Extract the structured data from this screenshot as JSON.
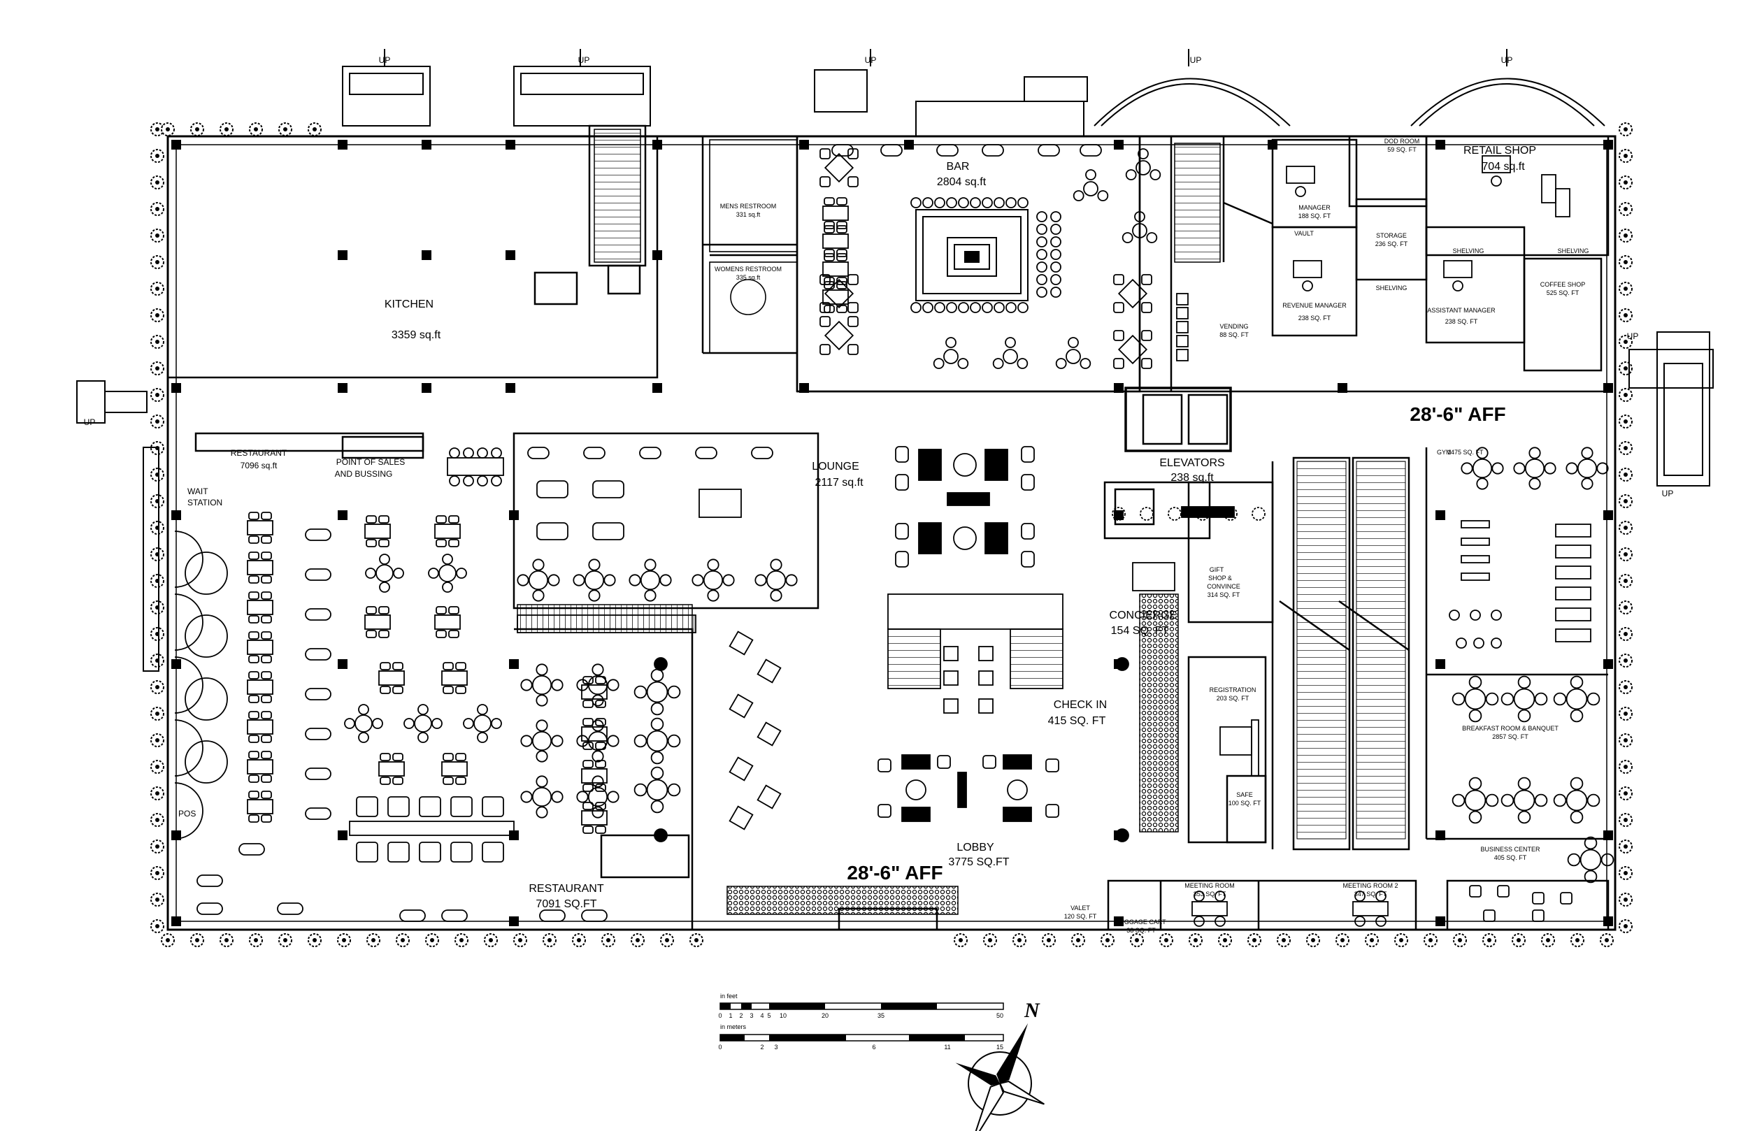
{
  "labels": {
    "kitchen": "KITCHEN",
    "kitchen_area": "3359 sq.ft",
    "bar": "BAR",
    "bar_area": "2804 sq.ft",
    "mens_restroom": "MENS RESTROOM",
    "mens_restroom_area": "331 sq.ft",
    "womens_restroom": "WOMENS RESTROOM",
    "womens_restroom_area": "335 sq.ft",
    "retail_shop": "RETAIL SHOP",
    "retail_shop_area": "704 sq.ft",
    "lounge": "LOUNGE",
    "lounge_area": "2117 sq.ft",
    "restaurant_top": "RESTAURANT",
    "restaurant_top_area": "7096 sq.ft",
    "point_of_sales": "POINT OF SALES",
    "and_bussing": "AND BUSSING",
    "wait": "WAIT",
    "station": "STATION",
    "pos": "POS",
    "restaurant_bottom": "RESTAURANT",
    "restaurant_bottom_area": "7091 SQ.FT",
    "elevators": "ELEVATORS",
    "elevators_area": "238 sq.ft",
    "concierge": "CONCIERGE",
    "concierge_area": "154 SQ. FT",
    "check_in": "CHECK IN",
    "check_in_area": "415 SQ. FT",
    "lobby": "LOBBY",
    "lobby_area": "3775 SQ.FT",
    "aff_right": "28'-6\" AFF",
    "aff_bottom": "28'-6\" AFF",
    "vending": "VENDING",
    "vending_area": "88 SQ. FT",
    "manager": "MANAGER",
    "manager_area": "188 SQ. FT",
    "vault": "VAULT",
    "storage": "STORAGE",
    "storage_area": "236 SQ. FT",
    "shelving": "SHELVING",
    "revenue_manager": "REVENUE MANAGER",
    "revenue_manager_area": "238 SQ. FT",
    "assistant_manager": "ASSISTANT MANAGER",
    "assistant_manager_area": "238 SQ. FT",
    "dod_room": "DOD ROOM",
    "dod_room_area": "59 SQ. FT",
    "coffee_shop": "COFFEE SHOP",
    "coffee_shop_area": "525 SQ. FT",
    "gym": "GYM",
    "gym_area": "1475 SQ. FT",
    "breakfast": "BREAKFAST ROOM & BANQUET",
    "breakfast_area": "2857 SQ. FT",
    "business_center": "BUSINESS CENTER",
    "business_center_area": "405 SQ. FT",
    "meeting_room_1": "MEETING ROOM",
    "meeting_room_1_area": "353 SQ. FT",
    "meeting_room_2": "MEETING ROOM 2",
    "meeting_room_2_area": "347 SQ. FT",
    "luggage_cart": "LUGGAGE CART",
    "luggage_cart_area": "38 SQ. FT",
    "valet": "VALET",
    "valet_area": "120 SQ. FT",
    "gift_shop_1": "GIFT",
    "gift_shop_2": "SHOP &",
    "gift_shop_3": "CONVINCE",
    "gift_shop_area": "314 SQ. FT",
    "registration": "REGISTRATION",
    "registration_area": "203 SQ. FT",
    "safe": "SAFE",
    "safe_area": "100 SQ. FT",
    "safe_box": "SAFE",
    "safe_box_area": "100 SQ. FT",
    "up": "UP",
    "north": "N"
  },
  "scale_bar": {
    "feet_caption": "in feet",
    "feet_ticks": [
      "0",
      "1",
      "2",
      "3",
      "4",
      "5",
      "10",
      "20",
      "35",
      "50"
    ],
    "meters_caption": "in meters",
    "meter_ticks": [
      "0",
      "2",
      "3",
      "6",
      "11",
      "15"
    ]
  }
}
